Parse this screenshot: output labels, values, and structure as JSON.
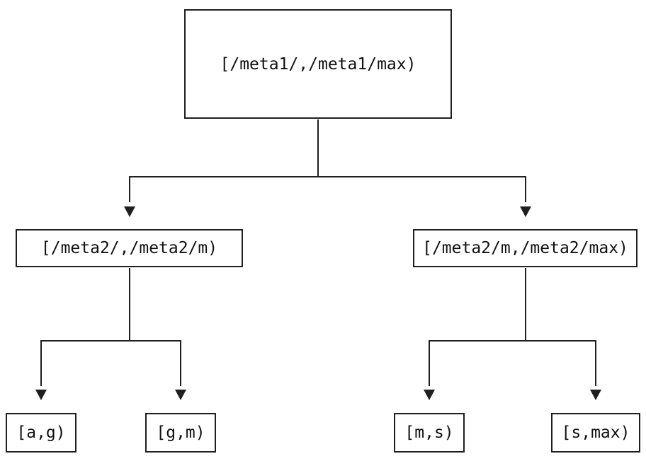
{
  "diagram": {
    "type": "tree",
    "colors": {
      "background": "#ffffff",
      "line": "#1f1f1f",
      "text": "#111111"
    },
    "nodes": {
      "root": {
        "label": "[/meta1/,/meta1/max)"
      },
      "left": {
        "label": "[/meta2/,/meta2/m)"
      },
      "right": {
        "label": "[/meta2/m,/meta2/max)"
      },
      "leaf_ag": {
        "label": "[a,g)"
      },
      "leaf_gm": {
        "label": "[g,m)"
      },
      "leaf_ms": {
        "label": "[m,s)"
      },
      "leaf_smax": {
        "label": "[s,max)"
      }
    },
    "edges": [
      {
        "from": "root",
        "to": "left"
      },
      {
        "from": "root",
        "to": "right"
      },
      {
        "from": "left",
        "to": "leaf_ag"
      },
      {
        "from": "left",
        "to": "leaf_gm"
      },
      {
        "from": "right",
        "to": "leaf_ms"
      },
      {
        "from": "right",
        "to": "leaf_smax"
      }
    ]
  }
}
